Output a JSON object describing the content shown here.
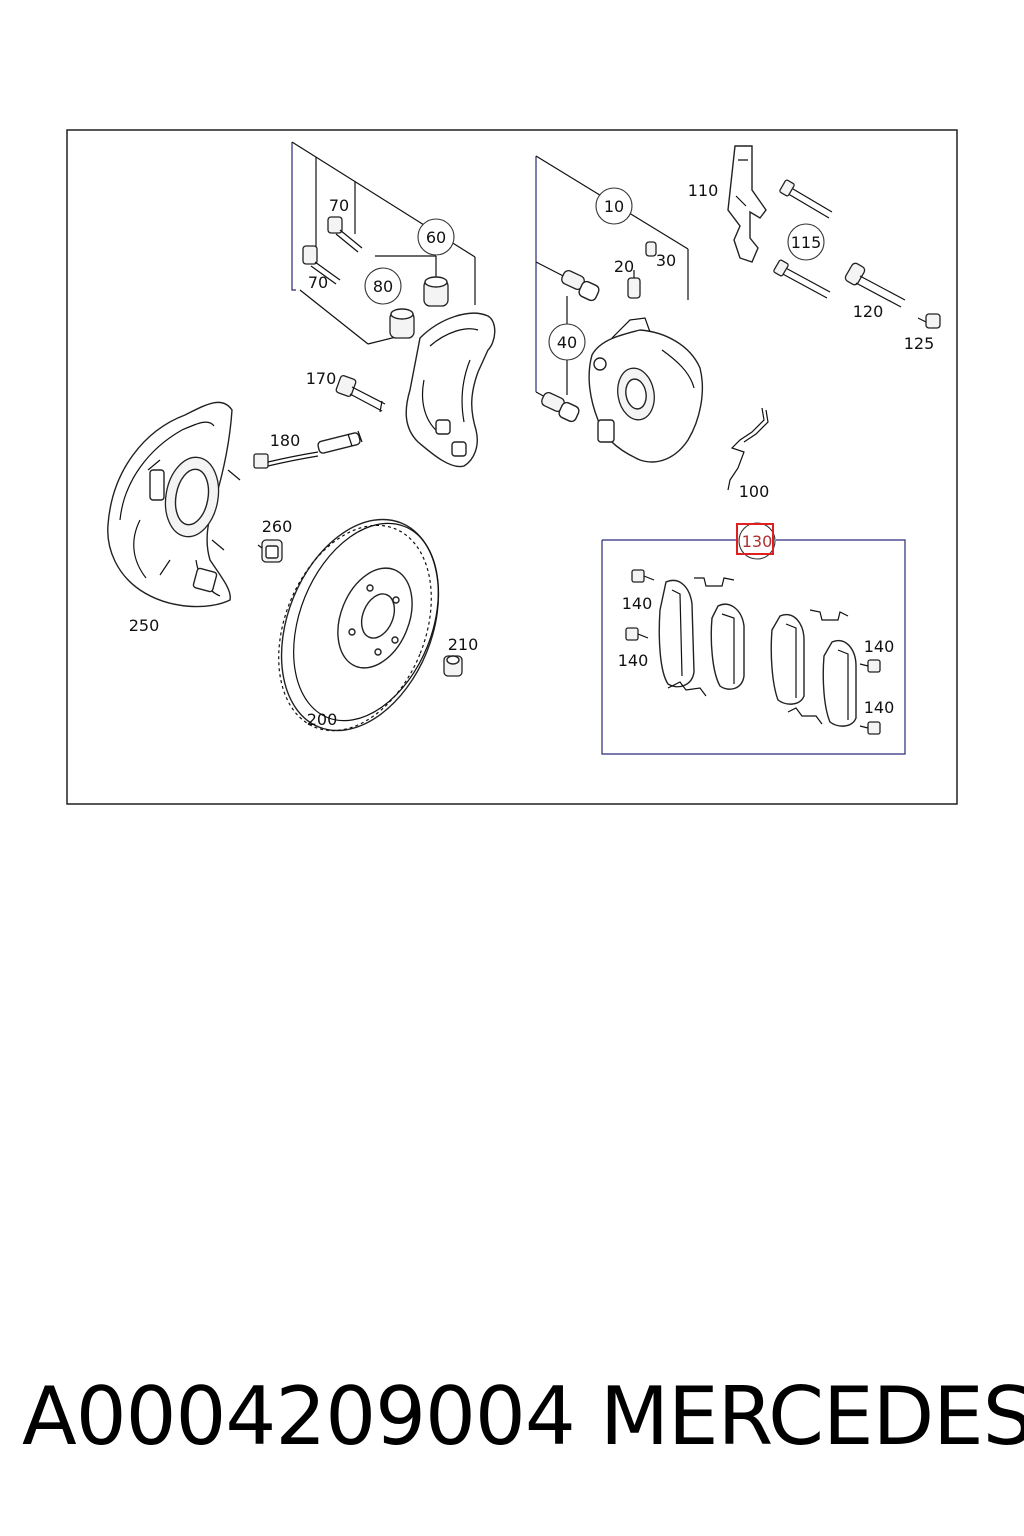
{
  "labels": {
    "l10": "10",
    "l20": "20",
    "l30": "30",
    "l40": "40",
    "l60": "60",
    "l70a": "70",
    "l70b": "70",
    "l80": "80",
    "l100": "100",
    "l110": "110",
    "l115": "115",
    "l120": "120",
    "l125": "125",
    "l130": "130",
    "l140a": "140",
    "l140b": "140",
    "l140c": "140",
    "l140d": "140",
    "l170": "170",
    "l180": "180",
    "l200": "200",
    "l210": "210",
    "l250": "250",
    "l260": "260"
  },
  "caption": {
    "part_number": "A0004209004",
    "brand": "MERCEDES"
  },
  "colors": {
    "highlight": "#e02020",
    "group_line": "#2a2a7a"
  }
}
